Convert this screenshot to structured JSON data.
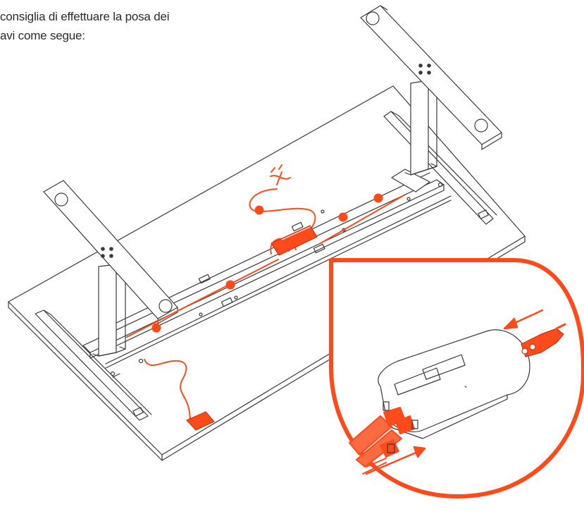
{
  "caption": {
    "line1": "consiglia di effettuare la posa dei",
    "line2": "avi come segue:"
  },
  "colors": {
    "accent": "#ff4a1c",
    "line": "#3a3a3a",
    "background": "#ffffff"
  },
  "icons": [
    "desk-frame",
    "control-box",
    "power-cable",
    "callout-magnifier",
    "insert-arrow"
  ]
}
